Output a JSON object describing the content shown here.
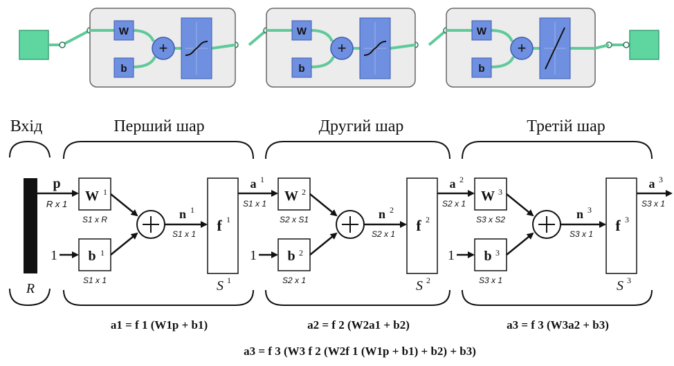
{
  "top": {
    "layers": [
      {
        "w_label": "W",
        "b_label": "b",
        "sum_symbol": "+"
      },
      {
        "w_label": "W",
        "b_label": "b",
        "sum_symbol": "+"
      },
      {
        "w_label": "W",
        "b_label": "b",
        "sum_symbol": "+"
      }
    ]
  },
  "labels": {
    "input": "Вхід",
    "layer1": "Перший шар",
    "layer2": "Другий шар",
    "layer3": "Третій шар"
  },
  "input": {
    "p": "p",
    "p_dim": "R x 1",
    "r_bottom": "R"
  },
  "layers": [
    {
      "W": "W",
      "W_sup": "1",
      "W_dim": "S1 x R",
      "b": "b",
      "b_sup": "1",
      "b_dim": "S1 x 1",
      "one": "1",
      "n": "n",
      "n_sup": "1",
      "n_dim": "S1 x 1",
      "f": "f",
      "f_sup": "1",
      "S": "S",
      "S_sup": "1",
      "a": "a",
      "a_sup": "1",
      "a_dim": "S1 x 1",
      "eq": "a1 = f 1 (W1p + b1)"
    },
    {
      "W": "W",
      "W_sup": "2",
      "W_dim": "S2 x S1",
      "b": "b",
      "b_sup": "2",
      "b_dim": "S2 x 1",
      "one": "1",
      "n": "n",
      "n_sup": "2",
      "n_dim": "S2 x 1",
      "f": "f",
      "f_sup": "2",
      "S": "S",
      "S_sup": "2",
      "a": "a",
      "a_sup": "2",
      "a_dim": "S2 x 1",
      "eq": "a2 = f 2 (W2a1 + b2)"
    },
    {
      "W": "W",
      "W_sup": "3",
      "W_dim": "S3 x S2",
      "b": "b",
      "b_sup": "3",
      "b_dim": "S3 x 1",
      "one": "1",
      "n": "n",
      "n_sup": "3",
      "n_dim": "S3 x 1",
      "f": "f",
      "f_sup": "3",
      "S": "S",
      "S_sup": "3",
      "a": "a",
      "a_sup": "3",
      "a_dim": "S3 x 1",
      "eq": "a3 = f 3 (W3a2 + b3)"
    }
  ],
  "final_eq": "a3 = f 3 (W3 f 2 (W2f 1 (W1p + b1) + b2) + b3)",
  "colors": {
    "teal": "#5fd6a0",
    "blue": "#6f8fe0",
    "panel": "#ececec",
    "ink": "#111111"
  }
}
